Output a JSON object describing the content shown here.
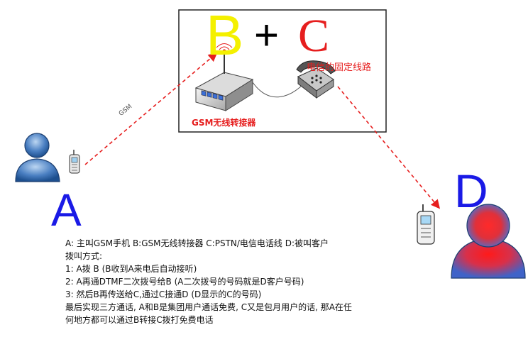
{
  "diagram": {
    "label_b": "B",
    "plus": "+",
    "label_c": "C",
    "fixed_line_label": "电信的固定线路",
    "gsm_device_label": "GSM无线转接器",
    "gsm_link_label": "GSM",
    "label_a": "A",
    "label_d": "D",
    "colors": {
      "b": "#f4f000",
      "c": "#e61e1e",
      "arrow": "#e61e1e",
      "letters": "#1a1ae6",
      "person_a": "#4a7fc2",
      "person_d": "#e81d1d"
    }
  },
  "notes": {
    "line1": "A: 主叫GSM手机  B:GSM无线转接器  C:PSTN/电信电话线  D:被叫客户",
    "line2": "拨叫方式:",
    "line3": "1: A拨 B (B收到A来电后自动接听)",
    "line4": "2: A再通DTMF二次拨号给B  (A二次拨号的号码就是D客户号码)",
    "line5": "3: 然后B再传送给C,通过C接通D  (D显示的C的号码)",
    "line6": "最后实现三方通话, A和B是集团用户通话免费,  C又是包月用户的话, 那A在任",
    "line7": "何地方都可以通过B转接C拨打免费电话"
  }
}
